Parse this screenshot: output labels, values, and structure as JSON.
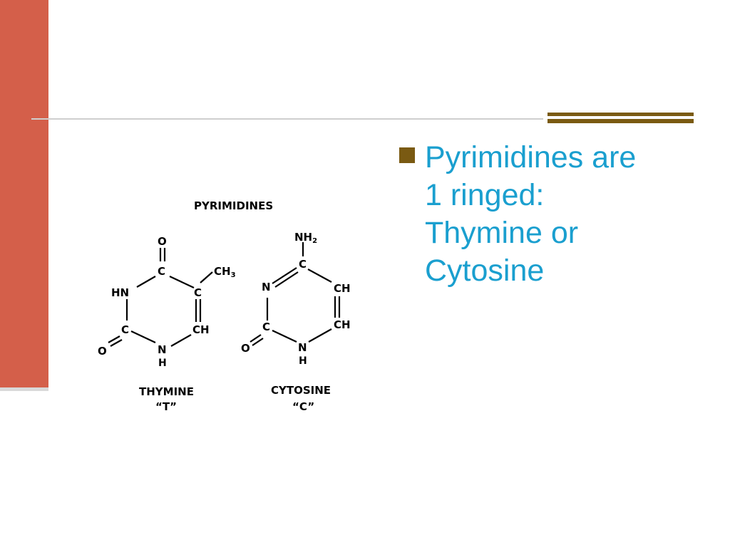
{
  "colors": {
    "left_bar": "#d45f4a",
    "accent_bars": "#7a5a12",
    "bullet_text": "#1a9fcf",
    "bullet_mark": "#7a5a12"
  },
  "bullet": {
    "lines": [
      "Pyrimidines are",
      "1 ringed:",
      "Thymine or",
      "Cytosine"
    ]
  },
  "diagram": {
    "title": "PYRIMIDINES",
    "thymine": {
      "name": "THYMINE",
      "symbol": "“T”",
      "atoms": {
        "o_top": "O",
        "c_top": "C",
        "ch3": "CH",
        "ch3_sub": "3",
        "hn": "HN",
        "c_right": "C",
        "c_left": "C",
        "ch": "CH",
        "o_left": "O",
        "n_bottom": "N",
        "h_bottom": "H"
      }
    },
    "cytosine": {
      "name": "CYTOSINE",
      "symbol": "“C”",
      "atoms": {
        "nh2": "NH",
        "nh2_sub": "2",
        "c_top": "C",
        "n_left": "N",
        "ch_top": "CH",
        "ch_bottom": "CH",
        "c_left": "C",
        "o_left": "O",
        "n_bottom": "N",
        "h_bottom": "H"
      }
    }
  }
}
